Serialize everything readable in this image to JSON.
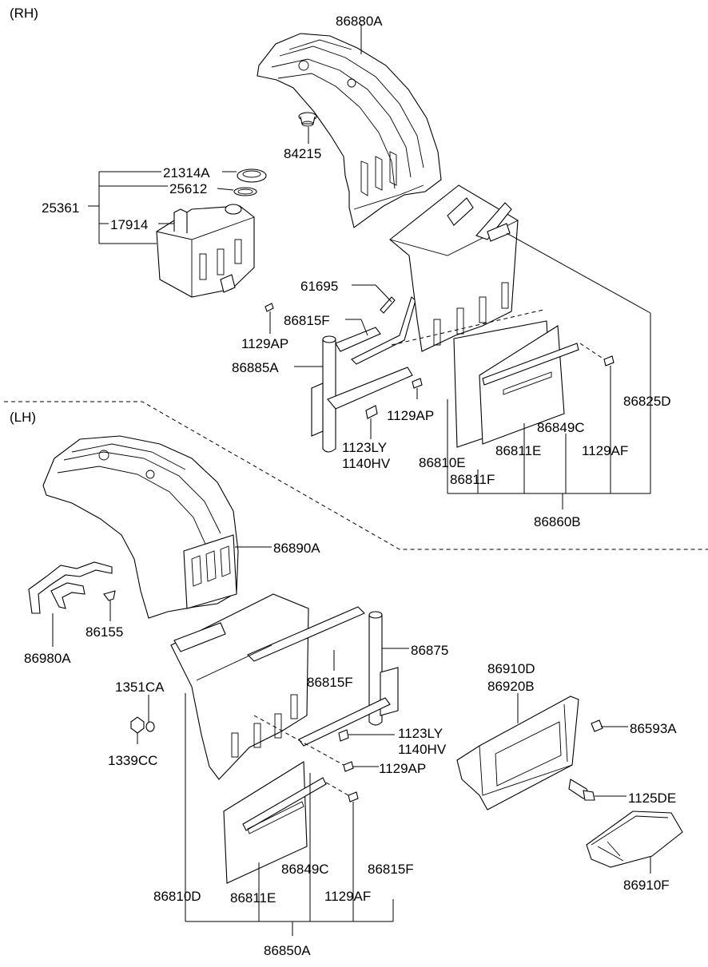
{
  "sections": {
    "rh": "(RH)",
    "lh": "(LH)"
  },
  "rh_labels": {
    "p86880A": "86880A",
    "p84215": "84215",
    "p21314A": "21314A",
    "p25612": "25612",
    "p25361": "25361",
    "p17914": "17914",
    "p61695": "61695",
    "p86815F": "86815F",
    "p1129AP_a": "1129AP",
    "p86885A": "86885A",
    "p1129AP_b": "1129AP",
    "p1123LY": "1123LY",
    "p1140HV": "1140HV",
    "p86810E": "86810E",
    "p86811F": "86811F",
    "p86811E": "86811E",
    "p86849C": "86849C",
    "p1129AF": "1129AF",
    "p86825D": "86825D",
    "p86860B": "86860B"
  },
  "lh_labels": {
    "p86890A": "86890A",
    "p86155": "86155",
    "p86980A": "86980A",
    "p86875": "86875",
    "p86815F": "86815F",
    "p1351CA": "1351CA",
    "p1339CC": "1339CC",
    "p1123LY": "1123LY",
    "p1140HV": "1140HV",
    "p1129AP": "1129AP",
    "p86910D": "86910D",
    "p86920B": "86920B",
    "p86593A": "86593A",
    "p1125DE": "1125DE",
    "p86910F": "86910F",
    "p86849C": "86849C",
    "p86815F_b": "86815F",
    "p86810D": "86810D",
    "p86811E": "86811E",
    "p1129AF": "1129AF",
    "p86850A": "86850A"
  }
}
